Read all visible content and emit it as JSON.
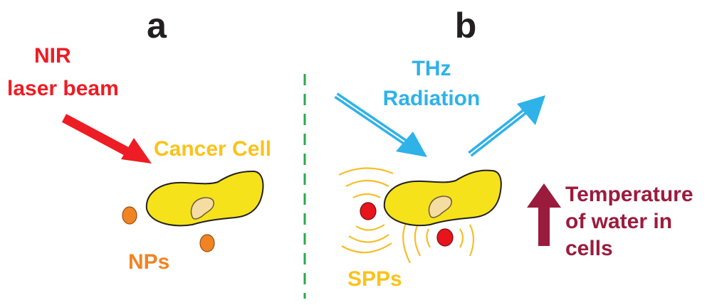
{
  "panels": {
    "a": {
      "letter": "a",
      "laser_label_line1": "NIR",
      "laser_label_line2": "laser beam",
      "cell_label": "Cancer Cell",
      "nps_label": "NPs"
    },
    "b": {
      "letter": "b",
      "thz_label_line1": "THz",
      "thz_label_line2": "Radiation",
      "spps_label": "SPPs",
      "temp_label_line1": "Temperature",
      "temp_label_line2": "of water in",
      "temp_label_line3": "cells"
    }
  },
  "colors": {
    "red": "#ee1c24",
    "yellow": "#f5e21b",
    "cell_label": "#fbc21a",
    "nucleus": "#f5dca0",
    "orange": "#f08422",
    "blue": "#2eb2e8",
    "maroon": "#9b1b3d",
    "green_divider": "#2aa84a",
    "np_red": "#e8141c",
    "wave": "#f7be2a"
  }
}
